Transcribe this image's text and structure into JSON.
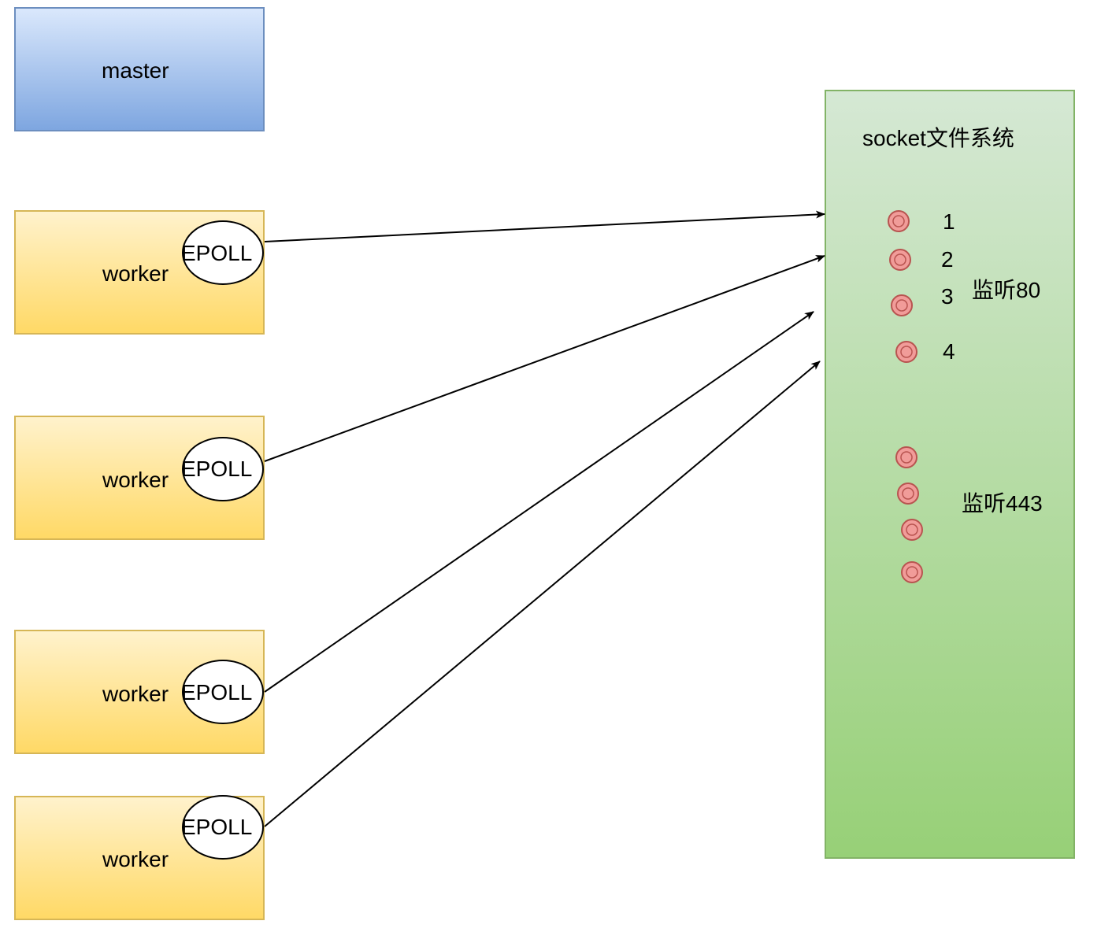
{
  "master": {
    "label": "master"
  },
  "workers": [
    {
      "label": "worker",
      "epoll": "EPOLL"
    },
    {
      "label": "worker",
      "epoll": "EPOLL"
    },
    {
      "label": "worker",
      "epoll": "EPOLL"
    },
    {
      "label": "worker",
      "epoll": "EPOLL"
    }
  ],
  "socket": {
    "title": "socket文件系统",
    "port80": {
      "label": "监听80",
      "items": [
        "1",
        "2",
        "3",
        "4"
      ]
    },
    "port443": {
      "label": "监听443"
    }
  },
  "colors": {
    "master_fill_top": "#dae8fc",
    "master_fill_bottom": "#7ea6e0",
    "master_border": "#6c8ebf",
    "worker_fill_top": "#fff2cc",
    "worker_fill_bottom": "#ffd966",
    "worker_border": "#d6b656",
    "socket_fill_top": "#d5e8d4",
    "socket_fill_bottom": "#97d077",
    "socket_border": "#82b366",
    "socket_dot": "#f19c99",
    "arrow": "#000000"
  }
}
